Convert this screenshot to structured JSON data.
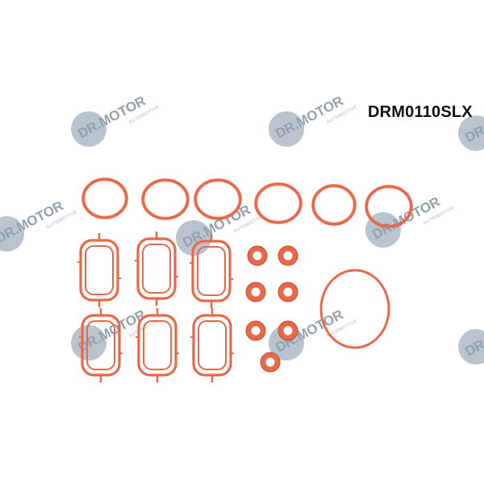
{
  "product": {
    "code": "DRM0110SLX"
  },
  "watermark": {
    "brand_text": "DR.MOTOR",
    "sub_text": "AUTOMOTIVE",
    "color": "#9aa9b8"
  },
  "colors": {
    "gasket": "#e8694a",
    "gasket_dark": "#c94a30",
    "background": "#ffffff"
  },
  "parts": {
    "o_rings_count": 6,
    "manifold_gaskets_count": 6,
    "small_seals_count": 7,
    "large_ring_count": 1
  }
}
